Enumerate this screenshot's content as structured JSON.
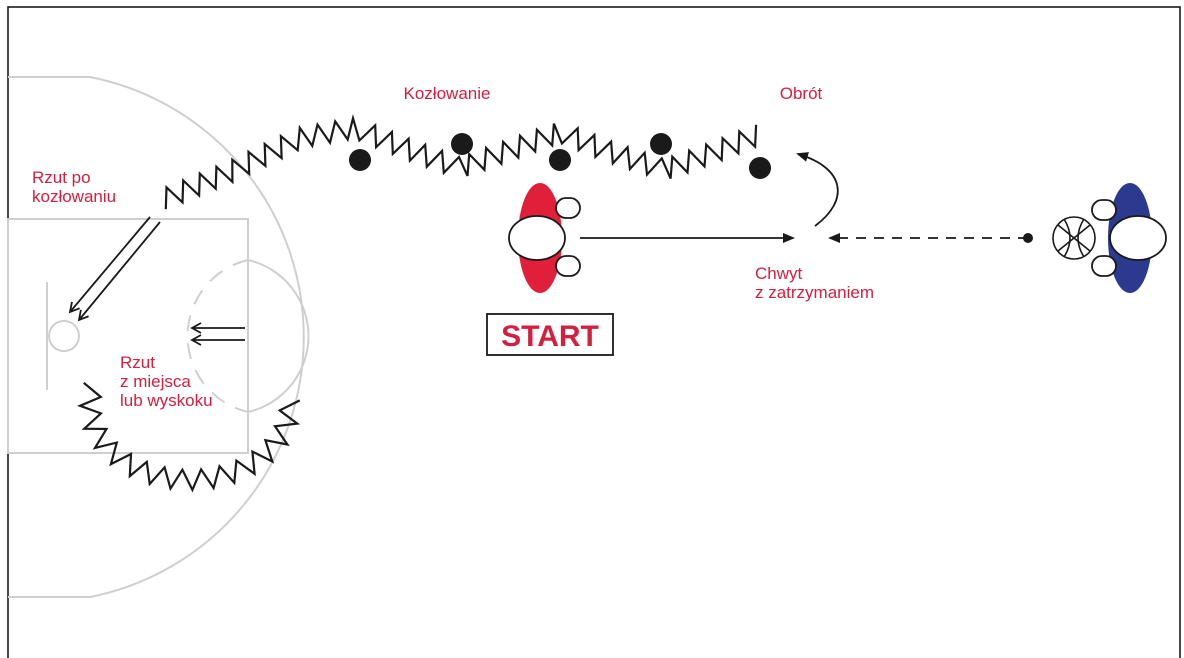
{
  "labels": {
    "dribbling": "Kozłowanie",
    "turn": "Obrót",
    "shot_after_dribble_line1": "Rzut po",
    "shot_after_dribble_line2": "kozłowaniu",
    "catch_stop_line1": "Chwyt",
    "catch_stop_line2": "z zatrzymaniem",
    "set_shot_line1": "Rzut",
    "set_shot_line2": "z miejsca",
    "set_shot_line3": "lub wyskoku",
    "start": "START"
  },
  "colors": {
    "accent_red": "#d41f3f",
    "player_red": "#e0203a",
    "player_blue": "#2b3a8f",
    "court_lines": "#cfcfcf",
    "ink": "#1a1a1a"
  },
  "icons": {
    "ball": "basketball-icon",
    "cone": "cone-marker-icon",
    "player": "player-top-view-icon"
  }
}
